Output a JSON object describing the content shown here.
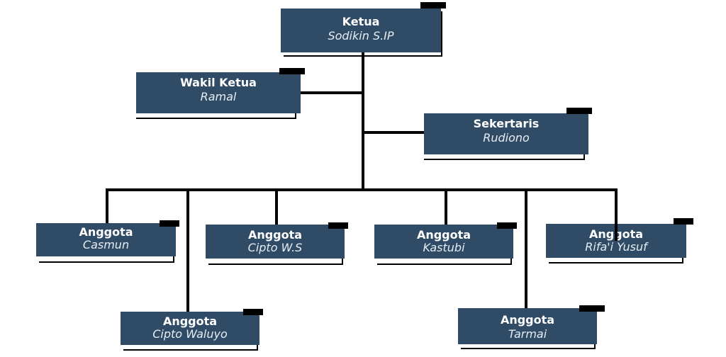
{
  "chart": {
    "ketua": {
      "role": "Ketua",
      "name": "Sodikin S.IP"
    },
    "wakil": {
      "role": "Wakil Ketua",
      "name": "Ramal"
    },
    "sekretaris": {
      "role": "Sekertaris",
      "name": "Rudiono"
    },
    "anggota": [
      {
        "role": "Anggota",
        "name": "Casmun"
      },
      {
        "role": "Anggota",
        "name": "Cipto Waluyo"
      },
      {
        "role": "Anggota",
        "name": "Cipto W.S"
      },
      {
        "role": "Anggota",
        "name": "Kastubi"
      },
      {
        "role": "Anggota",
        "name": "Tarmai"
      },
      {
        "role": "Anggota",
        "name": "Rifa'i Yusuf"
      }
    ]
  },
  "colors": {
    "box": "#2f4b65",
    "line": "#000000",
    "text": "#ffffff"
  }
}
